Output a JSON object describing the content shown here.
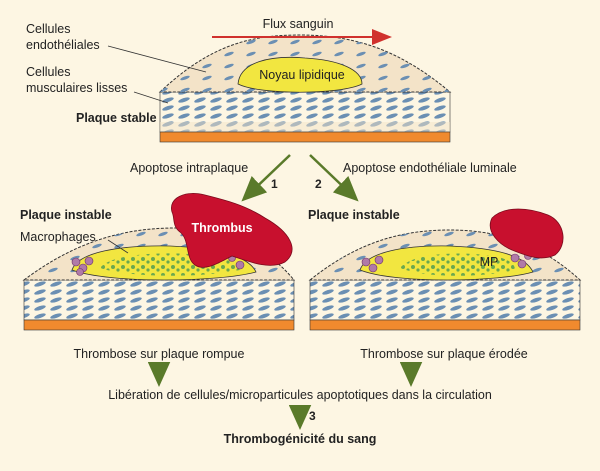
{
  "labels": {
    "flow": "Flux sanguin",
    "endo1": "Cellules",
    "endo2": "endothéliales",
    "smooth1": "Cellules",
    "smooth2": "musculaires lisses",
    "lipid_core": "Noyau lipidique",
    "stable": "Plaque stable",
    "apop_intra": "Apoptose intraplaque",
    "apop_endo": "Apoptose endothéliale luminale",
    "step1": "1",
    "step2": "2",
    "unstable_left": "Plaque instable",
    "macrophages": "Macrophages",
    "thrombus": "Thrombus",
    "unstable_right": "Plaque instable",
    "mp": "MP",
    "thrombo_rupture": "Thrombose sur plaque rompue",
    "thrombo_erosion": "Thrombose sur plaque érodée",
    "liberation": "Libération de cellules/microparticules apoptotiques dans la circulation",
    "step3": "3",
    "result": "Thrombogénicité du sang"
  },
  "colors": {
    "background": "#fdf6e3",
    "tissue": "#f3e3c8",
    "media": "#c9d6e3",
    "adventitia": "#f08a2e",
    "lipid": "#f2e640",
    "thrombus": "#c8102e",
    "flow_arrow": "#d0312d",
    "green_arrow": "#5a7a2a",
    "cell": "#6b8fb3"
  }
}
